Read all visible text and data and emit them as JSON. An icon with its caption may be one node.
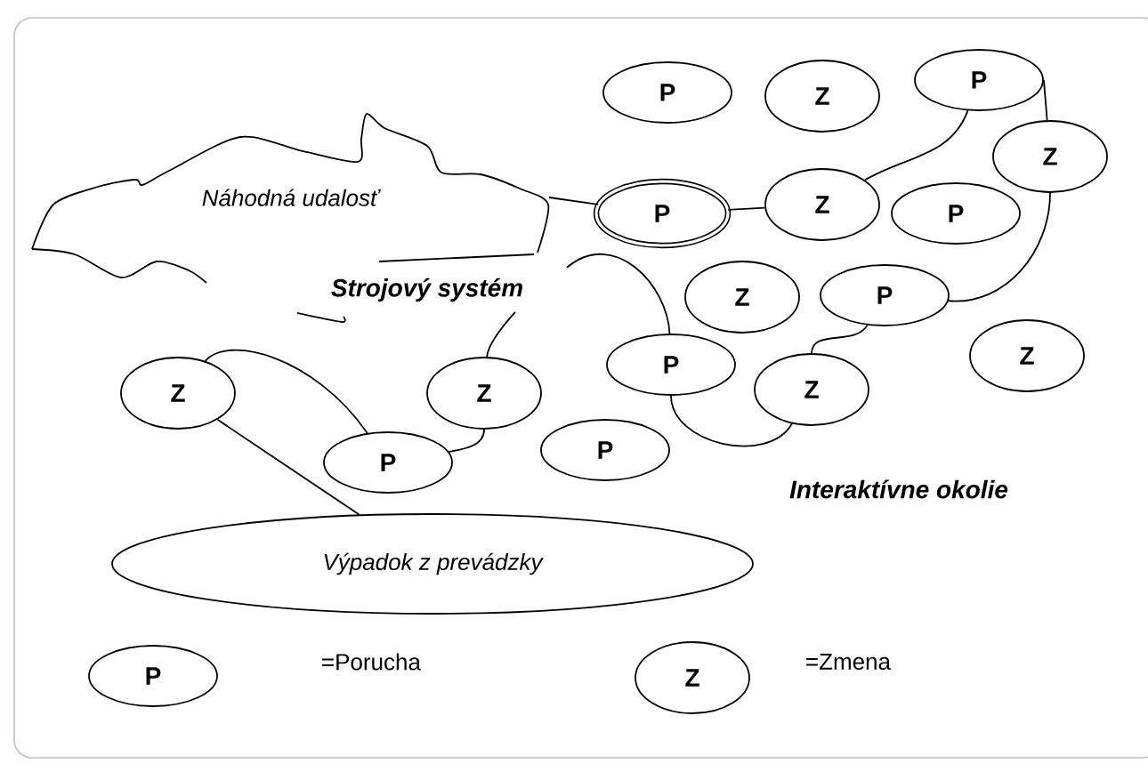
{
  "diagram": {
    "nodes": [
      {
        "text": [
          "Náhodná udalosť"
        ]
      },
      {
        "text": [
          "P"
        ]
      },
      {
        "text": [
          "Z"
        ]
      },
      {
        "text": [
          "P"
        ]
      },
      {
        "text": [
          "Z"
        ]
      },
      {
        "text": [
          "P"
        ]
      },
      {
        "text": [
          "Z"
        ]
      },
      {
        "text": [
          "P"
        ]
      },
      {
        "text": [
          "Z"
        ]
      },
      {
        "text": [
          "P"
        ]
      },
      {
        "text": [
          "Z"
        ]
      },
      {
        "text": [
          "P"
        ]
      },
      {
        "text": [
          "Z"
        ]
      },
      {
        "text": [
          "P"
        ]
      },
      {
        "text": [
          "Z"
        ]
      },
      {
        "text": [
          "Z"
        ]
      },
      {
        "text": [
          "P"
        ]
      },
      {
        "text": [
          "Výpadok z prevádzky"
        ]
      },
      {
        "text": [
          "P"
        ]
      },
      {
        "text": [
          "Z"
        ]
      }
    ],
    "edges": [
      {
        "from": 0,
        "to": 1,
        "arrow": "none"
      },
      {
        "from": 1,
        "to": 2,
        "arrow": "none"
      },
      {
        "from": 2,
        "to": 5,
        "arrow": "none"
      },
      {
        "from": 5,
        "to": 6,
        "arrow": "none"
      },
      {
        "from": 6,
        "to": 9,
        "arrow": "none"
      },
      {
        "from": 9,
        "to": 12,
        "arrow": "none"
      },
      {
        "from": 12,
        "to": 11,
        "arrow": "none"
      },
      {
        "from": 0,
        "to": 11,
        "arrow": "none"
      },
      {
        "from": 0,
        "to": 15,
        "arrow": "none"
      },
      {
        "from": 15,
        "to": 16,
        "arrow": "none"
      },
      {
        "from": 16,
        "to": 14,
        "arrow": "none"
      },
      {
        "from": 14,
        "to": 17,
        "arrow": "none"
      }
    ],
    "labels": [
      "Strojový systém",
      "Interaktívne okolie"
    ],
    "legend": [
      {
        "text": "=Porucha"
      },
      {
        "text": "=Zmena"
      }
    ]
  }
}
